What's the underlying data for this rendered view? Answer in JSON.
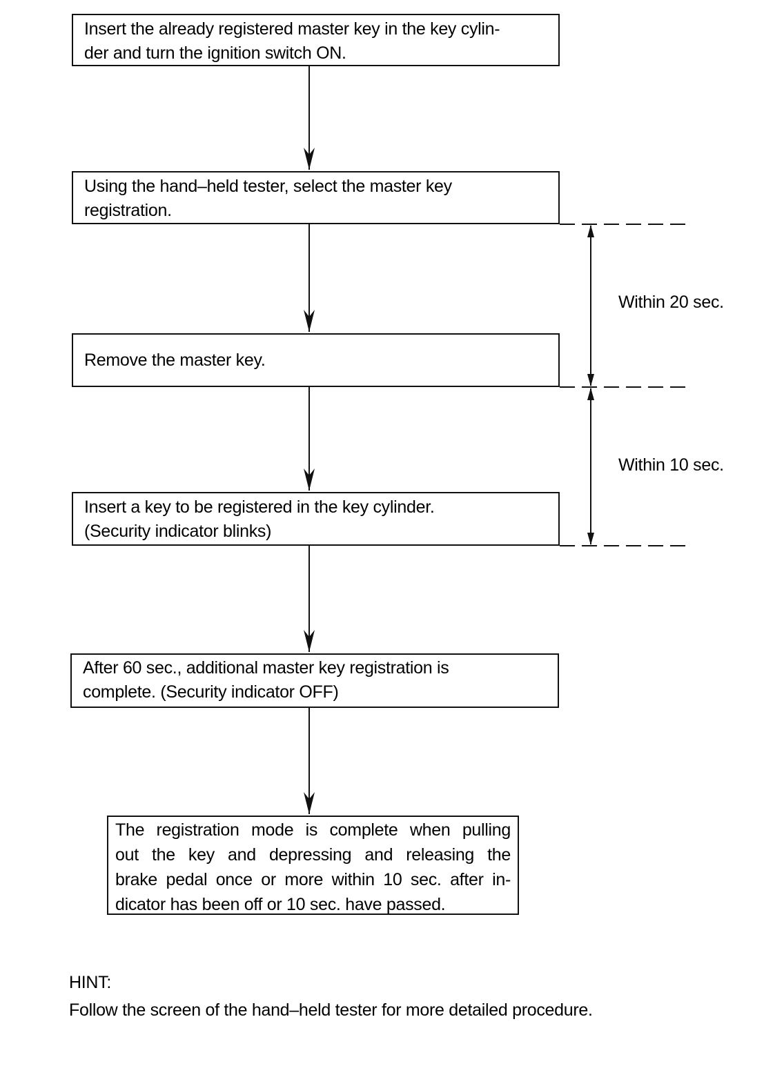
{
  "steps": [
    {
      "lines": [
        "Insert the already registered master key in the key cylin-",
        "der and turn the ignition switch ON."
      ]
    },
    {
      "lines": [
        "Using the hand–held tester, select the master key",
        "registration."
      ]
    },
    {
      "lines": [
        "Remove the master key."
      ]
    },
    {
      "lines": [
        "Insert a key to be registered in the key cylinder.",
        "(Security indicator blinks)"
      ]
    },
    {
      "lines": [
        "After 60 sec., additional master key registration is",
        "complete. (Security indicator OFF)"
      ]
    },
    {
      "lines": [
        "The registration mode is complete when pulling",
        "out the key and depressing and releasing the",
        "brake pedal once or more within 10 sec. after in-",
        "dicator has been off or 10 sec. have passed."
      ]
    }
  ],
  "timing": {
    "interval_1": "Within 20 sec.",
    "interval_2": "Within 10 sec."
  },
  "hint": {
    "title": "HINT:",
    "text": "Follow the screen of the hand–held tester for more detailed procedure."
  }
}
